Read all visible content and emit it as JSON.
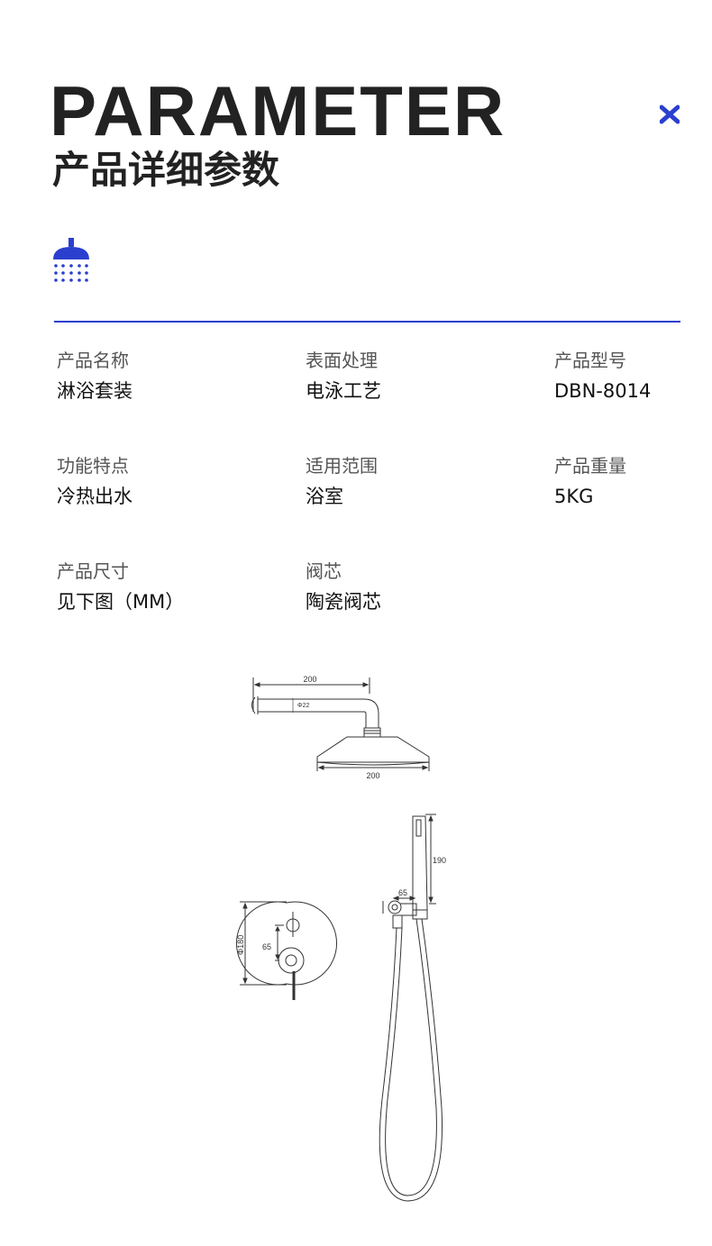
{
  "header": {
    "title_en": "PARAMETER",
    "title_cn": "产品详细参数",
    "close_icon": "close-x-icon",
    "shower_icon": "shower-head-icon",
    "accent_color": "#2b3fcf"
  },
  "specs": [
    {
      "label": "产品名称",
      "value": "淋浴套装"
    },
    {
      "label": "表面处理",
      "value": "电泳工艺"
    },
    {
      "label": "产品型号",
      "value": "DBN-8014"
    },
    {
      "label": "功能特点",
      "value": "冷热出水"
    },
    {
      "label": "适用范围",
      "value": "浴室"
    },
    {
      "label": "产品重量",
      "value": "5KG"
    },
    {
      "label": "产品尺寸",
      "value": "见下图（MM）"
    },
    {
      "label": "阀芯",
      "value": "陶瓷阀芯"
    }
  ],
  "diagram": {
    "arm_length": "200",
    "pipe_diameter": "Φ22",
    "head_diameter": "200",
    "handheld_length": "190",
    "holder_offset": "65",
    "valve_diameter": "Φ180",
    "handle_spacing": "65"
  }
}
